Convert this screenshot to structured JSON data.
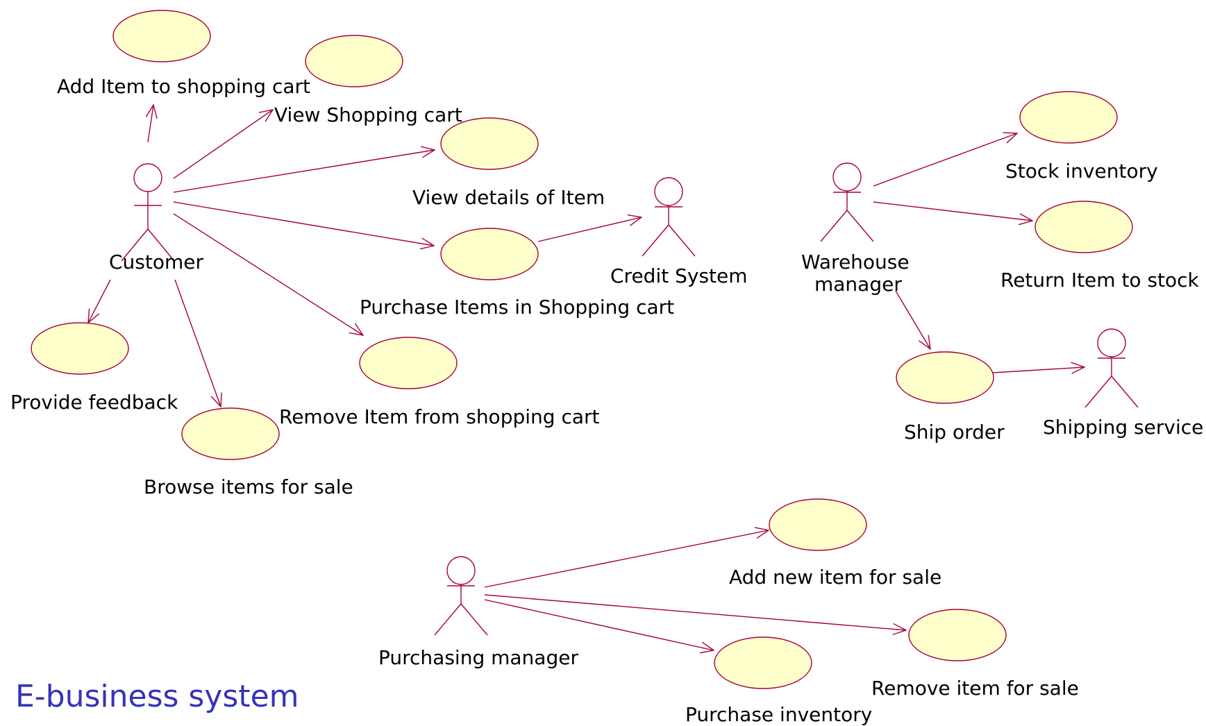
{
  "title": "E-business system",
  "colors": {
    "line": "#a80036",
    "usecase_fill": "#ffffcc",
    "title": "#3333bb",
    "text": "#000000"
  },
  "actors": {
    "customer": "Customer",
    "credit_system": "Credit System",
    "warehouse_manager_line1": "Warehouse",
    "warehouse_manager_line2": "manager",
    "shipping_service": "Shipping service",
    "purchasing_manager": "Purchasing manager"
  },
  "use_cases": {
    "add_item_to_cart": "Add Item to shopping cart",
    "view_shopping_cart": "View Shopping cart",
    "view_details_of_item": "View details of Item",
    "purchase_items": "Purchase Items in Shopping cart",
    "remove_item_from_cart": "Remove Item from shopping cart",
    "provide_feedback": "Provide feedback",
    "browse_items": "Browse items for sale",
    "stock_inventory": "Stock inventory",
    "return_item_to_stock": "Return Item to stock",
    "ship_order": "Ship order",
    "add_new_item": "Add new item for sale",
    "remove_item_for_sale": "Remove item for sale",
    "purchase_inventory": "Purchase inventory"
  },
  "associations": [
    [
      "Customer",
      "Add Item to shopping cart"
    ],
    [
      "Customer",
      "View Shopping cart"
    ],
    [
      "Customer",
      "View details of Item"
    ],
    [
      "Customer",
      "Purchase Items in Shopping cart"
    ],
    [
      "Customer",
      "Remove Item from shopping cart"
    ],
    [
      "Customer",
      "Provide feedback"
    ],
    [
      "Customer",
      "Browse items for sale"
    ],
    [
      "Purchase Items in Shopping cart",
      "Credit System"
    ],
    [
      "Warehouse manager",
      "Stock inventory"
    ],
    [
      "Warehouse manager",
      "Return Item to stock"
    ],
    [
      "Warehouse manager",
      "Ship order"
    ],
    [
      "Ship order",
      "Shipping service"
    ],
    [
      "Purchasing manager",
      "Add new item for sale"
    ],
    [
      "Purchasing manager",
      "Remove item for sale"
    ],
    [
      "Purchasing manager",
      "Purchase inventory"
    ]
  ]
}
